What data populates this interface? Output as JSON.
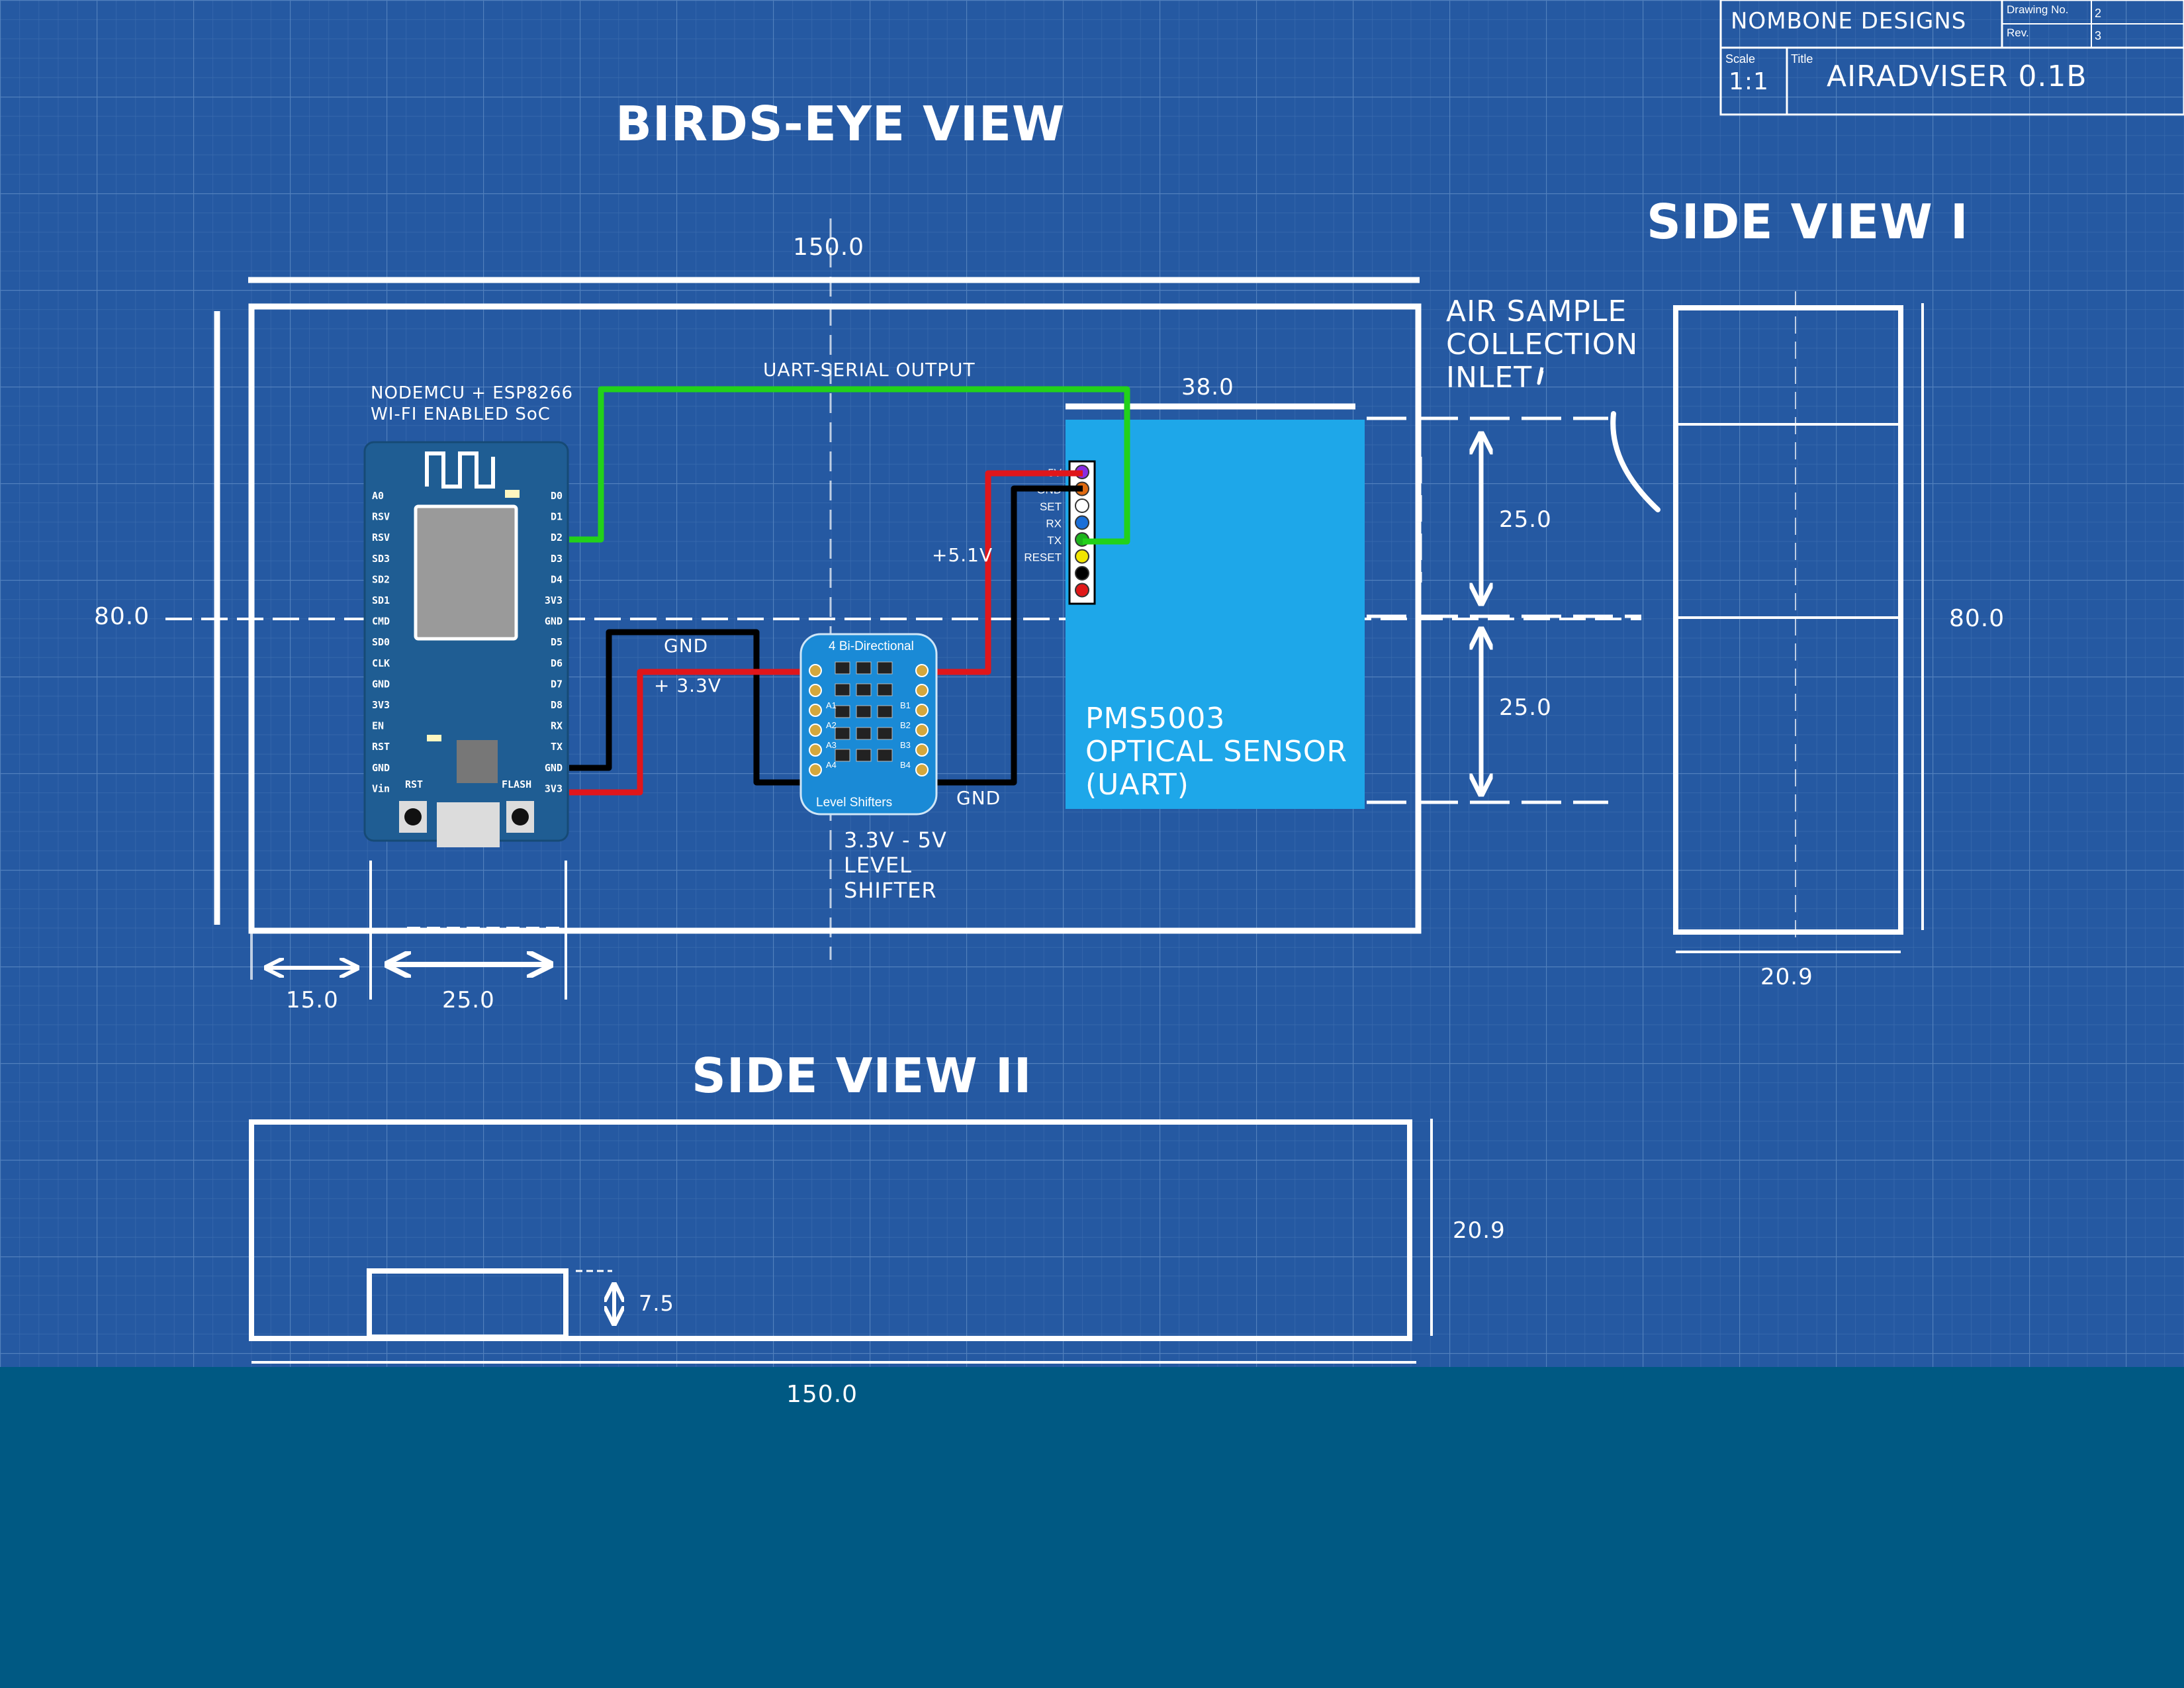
{
  "title_block": {
    "company": "NOMBONE DESIGNS",
    "drawing_no_label": "Drawing No.",
    "drawing_no": "2",
    "rev_label": "Rev.",
    "rev": "3",
    "scale_label": "Scale",
    "scale": "1:1",
    "title_label": "Title",
    "title": "AIRADVISER 0.1B"
  },
  "views": {
    "birds_eye": "BIRDS-EYE VIEW",
    "side_1": "SIDE VIEW I",
    "side_2": "SIDE VIEW II"
  },
  "dimensions": {
    "top_width": "150.0",
    "left_height": "80.0",
    "mcu_offset": "15.0",
    "mcu_width": "25.0",
    "sensor_width": "38.0",
    "inlet_upper": "25.0",
    "inlet_lower": "25.0",
    "side1_height": "80.0",
    "side1_depth": "20.9",
    "side2_height": "20.9",
    "side2_width": "150.0",
    "side2_part": "7.5"
  },
  "labels": {
    "mcu_line1": "NODEMCU + ESP8266",
    "mcu_line2": "WI-FI ENABLED SoC",
    "uart_output": "UART-SERIAL OUTPUT",
    "gnd_top": "GND",
    "v33": "+ 3.3V",
    "v51": "+5.1V",
    "gnd_bottom": "GND",
    "shifter_line1": "3.3V - 5V",
    "shifter_line2": "LEVEL",
    "shifter_line3": "SHIFTER",
    "sensor_line1": "PMS5003",
    "sensor_line2": "OPTICAL SENSOR",
    "sensor_line3": "(UART)",
    "inlet_line1": "AIR SAMPLE",
    "inlet_line2": "COLLECTION",
    "inlet_line3": "INLET"
  },
  "nodemcu": {
    "left_pins": [
      "A0",
      "RSV",
      "RSV",
      "SD3",
      "SD2",
      "SD1",
      "CMD",
      "SD0",
      "CLK",
      "GND",
      "3V3",
      "EN",
      "RST",
      "GND",
      "Vin"
    ],
    "right_pins": [
      "D0",
      "D1",
      "D2",
      "D3",
      "D4",
      "3V3",
      "GND",
      "D5",
      "D6",
      "D7",
      "D8",
      "RX",
      "TX",
      "GND",
      "3V3"
    ],
    "rst_label": "RST",
    "flash_label": "FLASH"
  },
  "level_shifter": {
    "header": "4 Bi-Directional",
    "footer": "Level Shifters",
    "a_pins": [
      "A1",
      "A2",
      "A3",
      "A4"
    ],
    "b_pins": [
      "B1",
      "B2",
      "B3",
      "B4"
    ]
  },
  "sensor_pins": [
    "5V",
    "GND",
    "SET",
    "RX",
    "TX",
    "RESET"
  ],
  "sensor_pin_colors": [
    "#8a2be2",
    "#e06a10",
    "#ffffff",
    "#1a6fd8",
    "#1db31d",
    "#f2e600",
    "#000000",
    "#e01818"
  ],
  "colors": {
    "blueprint": "#2559a2",
    "deep": "#005983",
    "sensor": "#1ea7e9",
    "board": "#1f5d93",
    "wire_green": "#22d11a",
    "wire_red": "#e0161b",
    "wire_black": "#000000"
  }
}
